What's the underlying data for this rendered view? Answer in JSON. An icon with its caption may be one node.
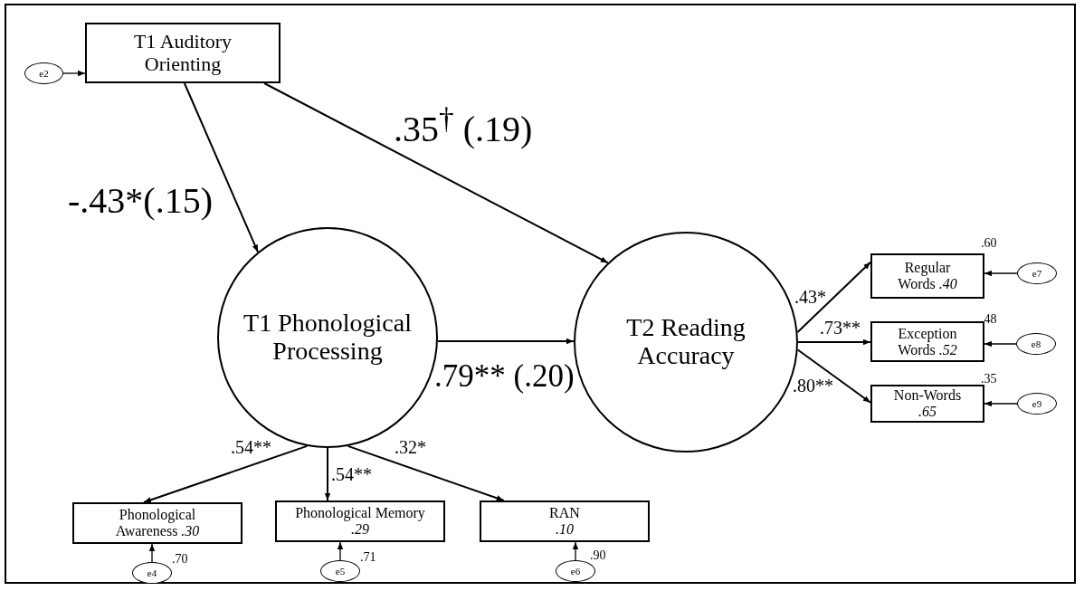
{
  "diagram": {
    "nodes": [
      {
        "text": [
          "T1 Auditory Orienting"
        ]
      },
      {
        "text": [
          "e2"
        ]
      },
      {
        "text": [
          "T1 Phonological Processing"
        ]
      },
      {
        "text": [
          "T2 Reading Accuracy"
        ]
      },
      {
        "text": [
          "Regular Words *.40*"
        ]
      },
      {
        "text": [
          "Exception Words *.52*"
        ]
      },
      {
        "text": [
          "Non-Words *.65*"
        ]
      },
      {
        "text": [
          "e7"
        ]
      },
      {
        "text": [
          "e8"
        ]
      },
      {
        "text": [
          "e9"
        ]
      },
      {
        "text": [
          "Phonological Awareness *.30*"
        ]
      },
      {
        "text": [
          "Phonological Memory *.29*"
        ]
      },
      {
        "text": [
          "RAN *.10*"
        ]
      },
      {
        "text": [
          "e4"
        ]
      },
      {
        "text": [
          "e5"
        ]
      },
      {
        "text": [
          "e6"
        ]
      }
    ],
    "labels": [
      ".60",
      ".48",
      ".35",
      ".70",
      ".71",
      ".90"
    ],
    "edges": [
      {
        "from": 1,
        "to": 0,
        "arrow": "to"
      },
      {
        "from": 0,
        "to": 2,
        "arrow": "to",
        "label": "-.43*(.15)"
      },
      {
        "from": 0,
        "to": 3,
        "arrow": "to",
        "label": ".35$^{†}$ (.19)"
      },
      {
        "from": 2,
        "to": 3,
        "arrow": "to",
        "label": ".79** (.20)"
      },
      {
        "from": 3,
        "to": 4,
        "arrow": "to",
        "label": ".43*"
      },
      {
        "from": 3,
        "to": 5,
        "arrow": "to",
        "label": ".73**"
      },
      {
        "from": 3,
        "to": 6,
        "arrow": "to",
        "label": ".80**"
      },
      {
        "from": 2,
        "to": 10,
        "arrow": "to",
        "label": ".54**"
      },
      {
        "from": 2,
        "to": 11,
        "arrow": "to",
        "label": ".54**"
      },
      {
        "from": 2,
        "to": 12,
        "arrow": "to",
        "label": ".32*"
      },
      {
        "from": 13,
        "to": 10,
        "arrow": "to"
      },
      {
        "from": 14,
        "to": 11,
        "arrow": "to"
      },
      {
        "from": 15,
        "to": 12,
        "arrow": "to"
      },
      {
        "from": 7,
        "to": 4,
        "arrow": "to"
      },
      {
        "from": 8,
        "to": 5,
        "arrow": "to"
      },
      {
        "from": 9,
        "to": 6,
        "arrow": "to"
      }
    ]
  }
}
